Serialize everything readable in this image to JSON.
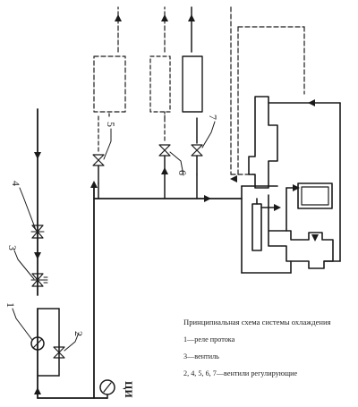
{
  "diagram": {
    "legend": {
      "title": "Принципиальная схема системы охлаждения",
      "items": [
        "1—реле протока",
        "3—вентиль",
        "2, 4, 5, 6, 7—вентили регулирующие"
      ]
    },
    "callouts": [
      "1",
      "2",
      "3",
      "4",
      "5",
      "6",
      "7"
    ],
    "gauge_label": "ЦИ",
    "colors": {
      "ink": "#1a1a1a",
      "paper": "#ffffff"
    }
  }
}
